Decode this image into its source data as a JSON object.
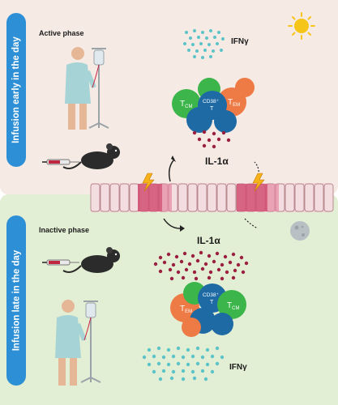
{
  "top": {
    "side_label": "Infusion early in the day",
    "phase": "Active phase",
    "ifn_label": "IFNγ",
    "il1_label": "IL-1α",
    "cells": {
      "tcm": "T",
      "tcm_sub": "CM",
      "tem": "T",
      "tem_sub": "EM",
      "cd38_line1": "CD38⁺",
      "cd38_line2": "T"
    }
  },
  "bottom": {
    "side_label": "Infusion late in the day",
    "phase": "Inactive phase",
    "ifn_label": "IFNγ",
    "il1_label": "IL-1α",
    "cells": {
      "tcm": "T",
      "tcm_sub": "CM",
      "tem": "T",
      "tem_sub": "EM",
      "cd38_line1": "CD38⁺",
      "cd38_line2": "T"
    }
  },
  "colors": {
    "top_bg": "#f6ebe4",
    "bottom_bg": "#e3efd4",
    "side_label_bg": "#2d8fd6",
    "tcm_cell": "#3cb54a",
    "cd38_cell": "#1d6aa5",
    "tem_cell": "#ee7a45",
    "ifn_dots": "#5cc3c9",
    "il1_dots": "#9b2040",
    "sun": "#f6c51a",
    "moon": "#b9c0c4"
  },
  "icons": [
    "sun-icon",
    "moon-icon",
    "patient-iv-icon",
    "mouse-injection-icon",
    "epithelium-icon",
    "lightning-icon"
  ]
}
